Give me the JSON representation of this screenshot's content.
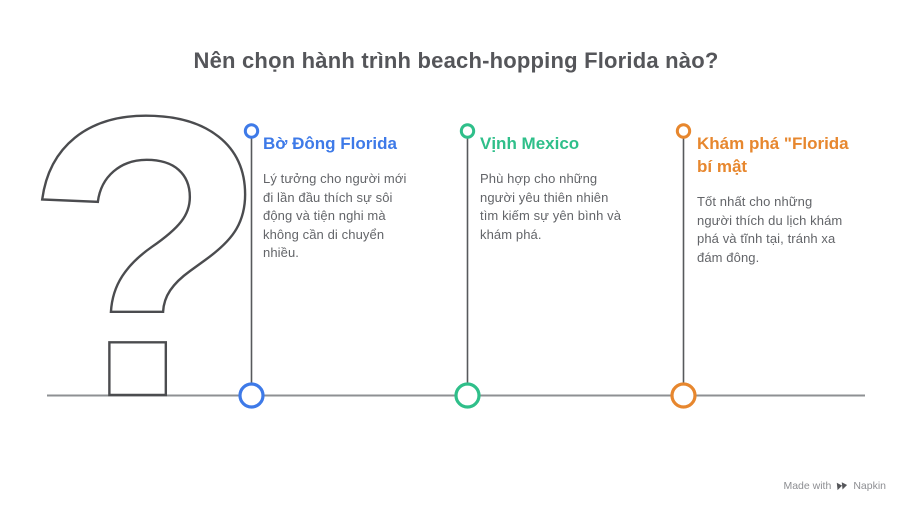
{
  "title": {
    "text": "Nên chọn hành trình beach-hopping Florida nào?"
  },
  "question_mark": {
    "glyph": "?"
  },
  "columns": [
    {
      "heading": "Bờ Đông Florida",
      "body": "Lý tưởng cho người mới\nđi lần đầu thích sự sôi\nđộng và tiện nghi mà\nkhông cần di chuyển\nnhiều.",
      "accent": "#3e7ae8"
    },
    {
      "heading": "Vịnh Mexico",
      "body": "Phù hợp cho những\nngười yêu thiên nhiên\ntìm kiếm sự yên bình và\nkhám phá.",
      "accent": "#2fbf8a"
    },
    {
      "heading": "Khám phá \"Florida\nbí mật",
      "body": "Tốt nhất cho những\nngười thích du lịch khám\nphá và tĩnh tại, tránh xa\nđám đông.",
      "accent": "#e7872e"
    }
  ],
  "branding": {
    "made_with": "Made with",
    "brand": "Napkin"
  },
  "colors": {
    "title": "#55565a",
    "body": "#636569",
    "question_mark": "#4b4c4f",
    "timeline": "#8e9093",
    "connector": "#58595c",
    "branding_text": "#8d8e92",
    "branding_icon": "#55565a",
    "background": "#ffffff"
  }
}
